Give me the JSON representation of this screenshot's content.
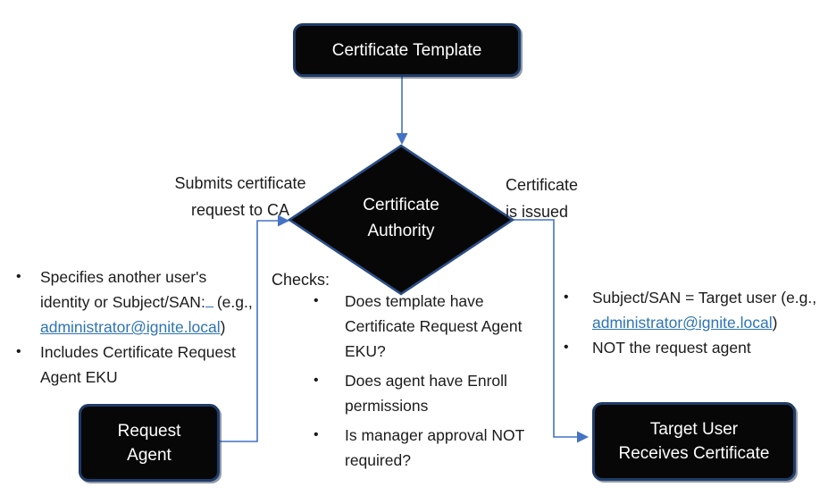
{
  "colors": {
    "accent": "#4472C4",
    "navy": "#1F3C68",
    "shape-fill": "#070707",
    "shape-text": "#ffffff",
    "ink": "#1b1b1b",
    "link": "#2E74B5"
  },
  "glyphs": {
    "bullet": "•"
  },
  "nodes": {
    "certificate_template": {
      "label": "Certificate Template"
    },
    "certificate_authority": {
      "line1": "Certificate",
      "line2": "Authority"
    },
    "request_agent": {
      "line1": "Request",
      "line2": "Agent"
    },
    "target_user": {
      "line1": "Target User",
      "line2": "Receives Certificate"
    }
  },
  "edge_labels": {
    "submit": {
      "line1": "Submits certificate",
      "line2": "request to CA"
    },
    "issued": {
      "line1": "Certificate",
      "line2": "is issued"
    }
  },
  "left_list": {
    "item1": {
      "line1": "Specifies another user's",
      "line2_prefix": "identity or Subject/SAN:",
      "line2_suffix": "(e.g.,",
      "line3_link": "administrator@ignite.local",
      "line3_suffix": ")"
    },
    "item2": {
      "line1": "Includes Certificate Request",
      "line2": "Agent EKU"
    }
  },
  "checks_list": {
    "heading": "Checks:",
    "item1": {
      "line1": "Does template have",
      "line2": "Certificate Request Agent",
      "line3": "EKU?"
    },
    "item2": {
      "line1": "Does agent have Enroll",
      "line2": "permissions"
    },
    "item3": {
      "line1": "Is manager approval NOT",
      "line2": "required?"
    }
  },
  "right_list": {
    "item1": {
      "line1": "Subject/SAN = Target user (e.g.,",
      "line2_link": "administrator@ignite.local",
      "line2_suffix": ")"
    },
    "item2": {
      "line1": "NOT the request agent"
    }
  }
}
